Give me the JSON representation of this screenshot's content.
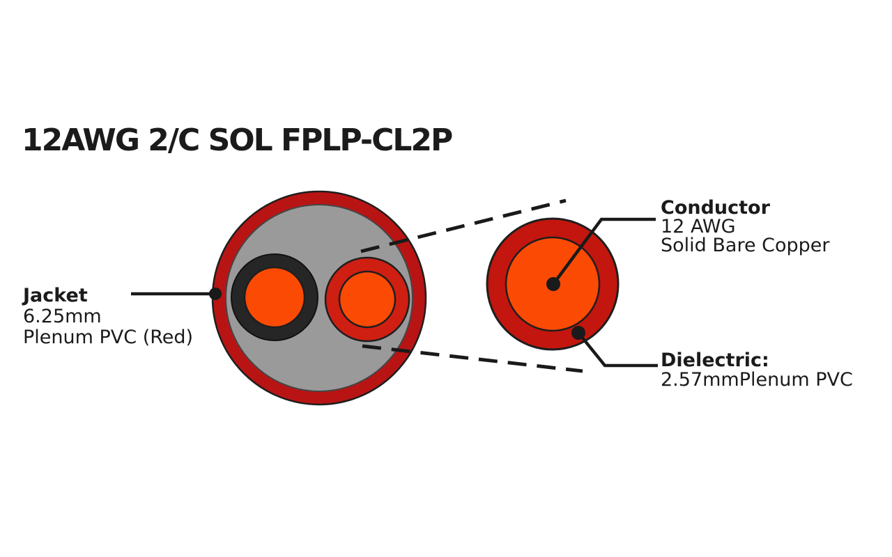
{
  "title": "12AWG 2/C SOL FPLP-CL2P",
  "labels": {
    "jacket": {
      "heading": "Jacket",
      "line1": "6.25mm",
      "line2": "Plenum PVC (Red)"
    },
    "conductor": {
      "heading": "Conductor",
      "line1": "12 AWG",
      "line2": "Solid Bare Copper"
    },
    "dielectric": {
      "heading": "Dielectric:",
      "line1": "2.57mmPlenum PVC"
    }
  },
  "colors": {
    "jacket_red": "#b91414",
    "insulation_red": "#cf1f13",
    "dielectric_red": "#c3160e",
    "copper_orange": "#fb4a04",
    "insulation_black": "#262626",
    "filler_gray": "#9a9a9a",
    "line_black": "#1a1a1a"
  }
}
